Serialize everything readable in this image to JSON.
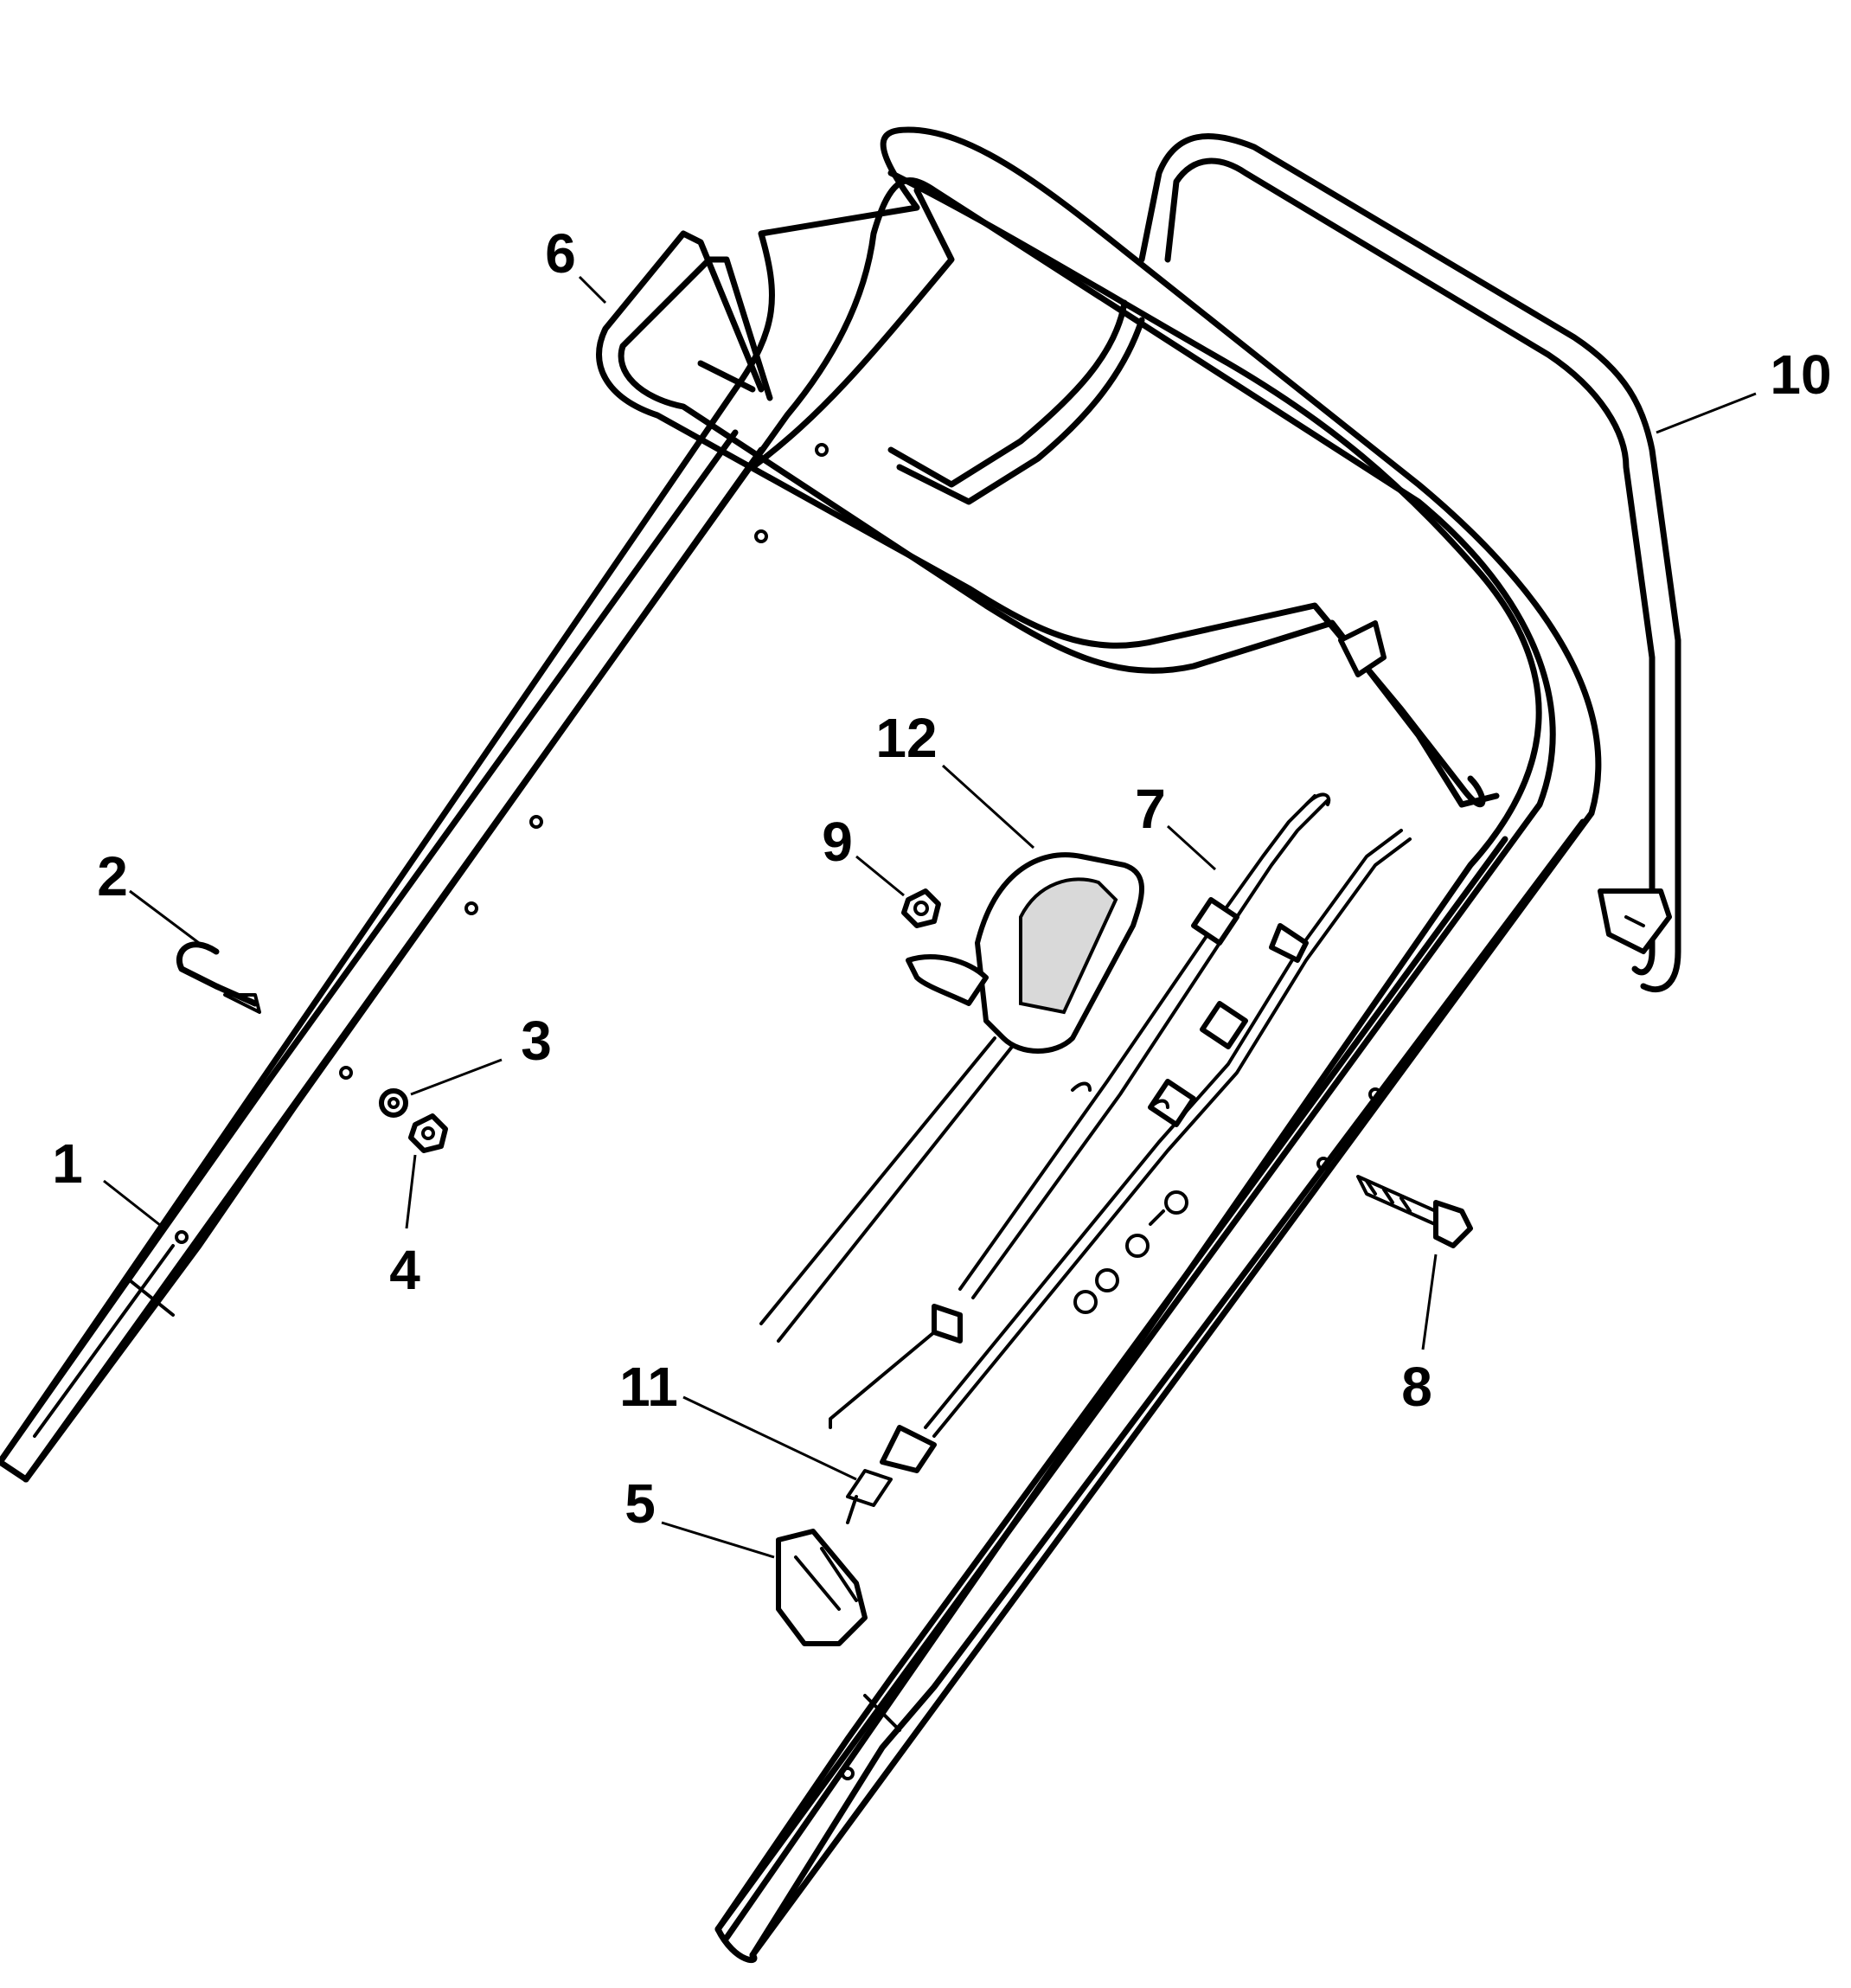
{
  "callouts": [
    {
      "id": "1",
      "label": "1"
    },
    {
      "id": "2",
      "label": "2"
    },
    {
      "id": "3",
      "label": "3"
    },
    {
      "id": "4",
      "label": "4"
    },
    {
      "id": "5",
      "label": "5"
    },
    {
      "id": "6",
      "label": "6"
    },
    {
      "id": "7",
      "label": "7"
    },
    {
      "id": "8",
      "label": "8"
    },
    {
      "id": "9",
      "label": "9"
    },
    {
      "id": "10",
      "label": "10"
    },
    {
      "id": "11",
      "label": "11"
    },
    {
      "id": "12",
      "label": "12"
    }
  ],
  "colors": {
    "line": "#000000",
    "background": "#ffffff",
    "shade": "#d9d9d9"
  }
}
